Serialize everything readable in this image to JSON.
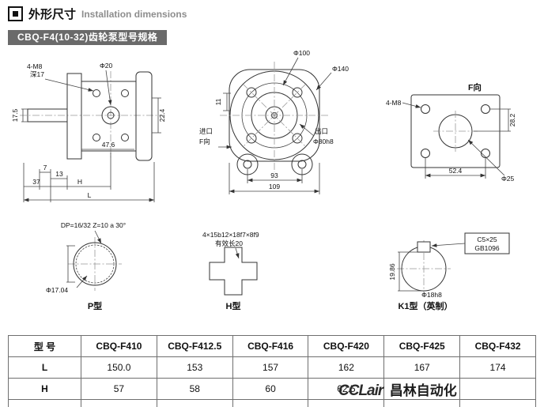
{
  "header": {
    "title_cn": "外形尺寸",
    "title_en": "Installation dimensions"
  },
  "banner": {
    "label": "CBQ-F4(10-32)齿轮泵型号规格"
  },
  "drawings": {
    "side": {
      "bolt": "4-M8",
      "depth": "深17",
      "phi20": "Φ20",
      "d175": "17.5",
      "d224": "22.4",
      "d476": "47.6",
      "d7": "7",
      "d13": "13",
      "d37": "37",
      "dH": "H",
      "dL": "L"
    },
    "front": {
      "phi100": "Φ100",
      "phi140": "Φ140",
      "d11": "11",
      "inlet": "进口",
      "fdir": "F向",
      "outlet": "出口",
      "phi80": "Φ80h8",
      "d93": "93",
      "d109": "109"
    },
    "fview": {
      "title": "F向",
      "bolt": "4-M8",
      "d282": "28.2",
      "d524": "52.4",
      "phi25": "Φ25"
    },
    "ptype": {
      "spec": "DP=16/32  Z=10 a 30°",
      "phi": "Φ17.04",
      "caption": "P型"
    },
    "htype": {
      "spec": "4×15b12×18f7×8f9",
      "eff": "有效长20",
      "caption": "H型"
    },
    "k1type": {
      "key": "C5×25",
      "std": "GB1096",
      "d1986": "19.86",
      "phi": "Φ18h8",
      "caption": "K1型（英制）"
    }
  },
  "table": {
    "headers": [
      "型 号",
      "CBQ-F410",
      "CBQ-F412.5",
      "CBQ-F416",
      "CBQ-F420",
      "CBQ-F425",
      "CBQ-F432"
    ],
    "rowL": {
      "label": "L",
      "values": [
        "150.0",
        "153",
        "157",
        "162",
        "167",
        "174"
      ]
    },
    "rowH": {
      "label": "H",
      "values": [
        "57",
        "58",
        "60",
        "62.5",
        "",
        ""
      ]
    }
  },
  "watermark": {
    "logo": "CCLair",
    "text": "昌林自动化"
  }
}
